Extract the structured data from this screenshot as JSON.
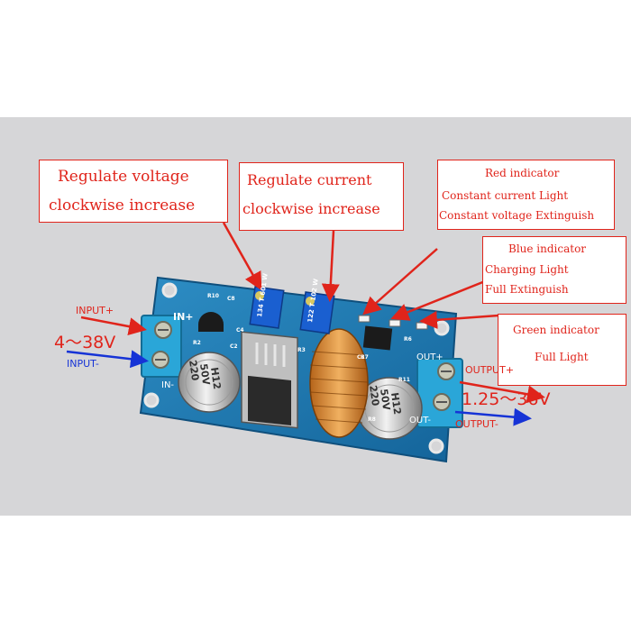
{
  "callouts": {
    "voltage": {
      "line1": "Regulate voltage",
      "line2": "clockwise increase"
    },
    "current": {
      "line1": "Regulate current",
      "line2": "clockwise  increase"
    },
    "red": {
      "title": "Red indicator",
      "line1": "Constant current Light",
      "line2": "Constant voltage Extinguish"
    },
    "blue": {
      "title": "Blue indicator",
      "line1": "Charging  Light",
      "line2": "Full Extinguish"
    },
    "green": {
      "title": "Green  indicator",
      "line1": "Full Light"
    }
  },
  "input": {
    "plus": "INPUT+",
    "range": "4～38V",
    "minus": "INPUT-"
  },
  "output": {
    "plus": "OUTPUT+",
    "range": "1.25～36V",
    "minus": "OUTPUT-"
  },
  "board": {
    "in_plus": "IN+",
    "in_minus": "IN-",
    "out_plus": "OUT+",
    "out_minus": "OUT-",
    "cap_left": [
      "220",
      "50V",
      "H12"
    ],
    "cap_right": [
      "220",
      "50V",
      "H12"
    ],
    "pot1": "134 T 601 W",
    "pot2": "122 T 102 W",
    "silk": [
      "R10",
      "C8",
      "R2",
      "C2",
      "C4",
      "R3",
      "R7",
      "R8",
      "R11",
      "R6",
      "C3"
    ]
  },
  "colors": {
    "accent_red": "#e0241b",
    "accent_blue": "#1633d6",
    "pcb": "#1f7fb8",
    "terminal": "#2aa6d8"
  }
}
